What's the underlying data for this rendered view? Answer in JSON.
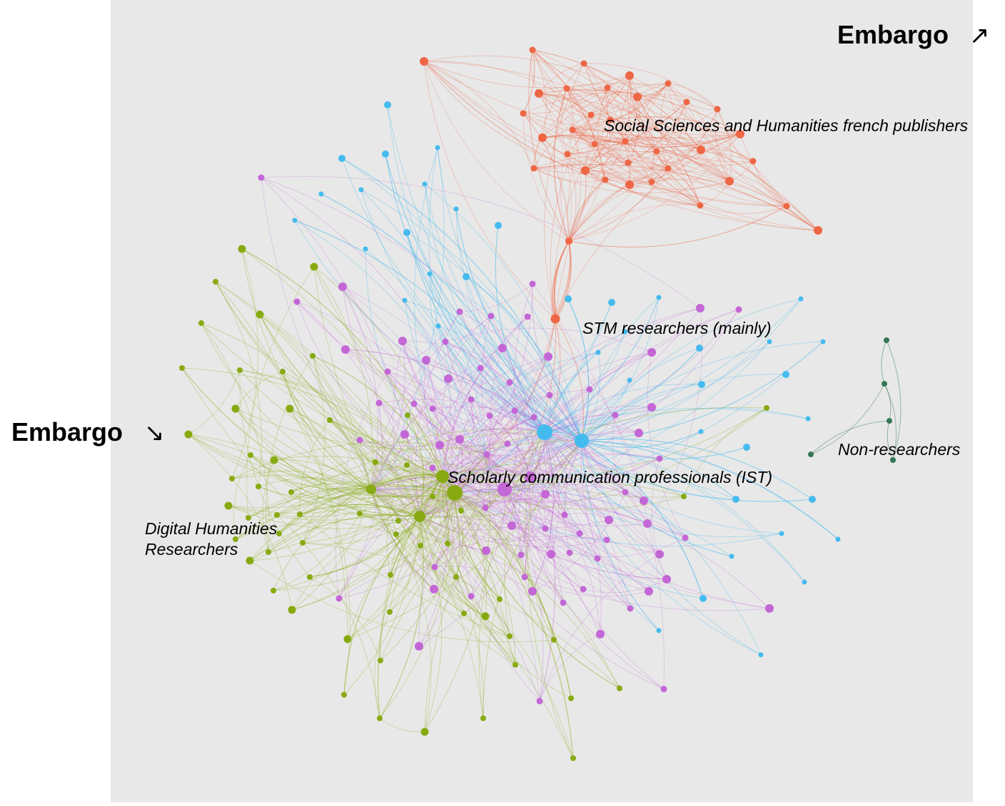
{
  "annotations": {
    "embargo_top": "Embargo",
    "embargo_top_arrow": "↗",
    "embargo_left": "Embargo",
    "embargo_left_arrow": "↘"
  },
  "clusters": {
    "social_sciences": {
      "label": "Social Sciences and Humanities french publishers",
      "color": "#EE6644"
    },
    "stm": {
      "label": "STM researchers (mainly)",
      "color": "#44BBEE"
    },
    "scholarly": {
      "label": "Scholarly communication professionals (IST)",
      "color": "#C366D6"
    },
    "digital_humanities": {
      "label_line1": "Digital Humanities",
      "label_line2": "Researchers",
      "color": "#88AA11"
    },
    "non_researchers": {
      "label": "Non-researchers",
      "color": "#337755"
    }
  },
  "colors": {
    "background_panel": "#E8E8E8"
  }
}
